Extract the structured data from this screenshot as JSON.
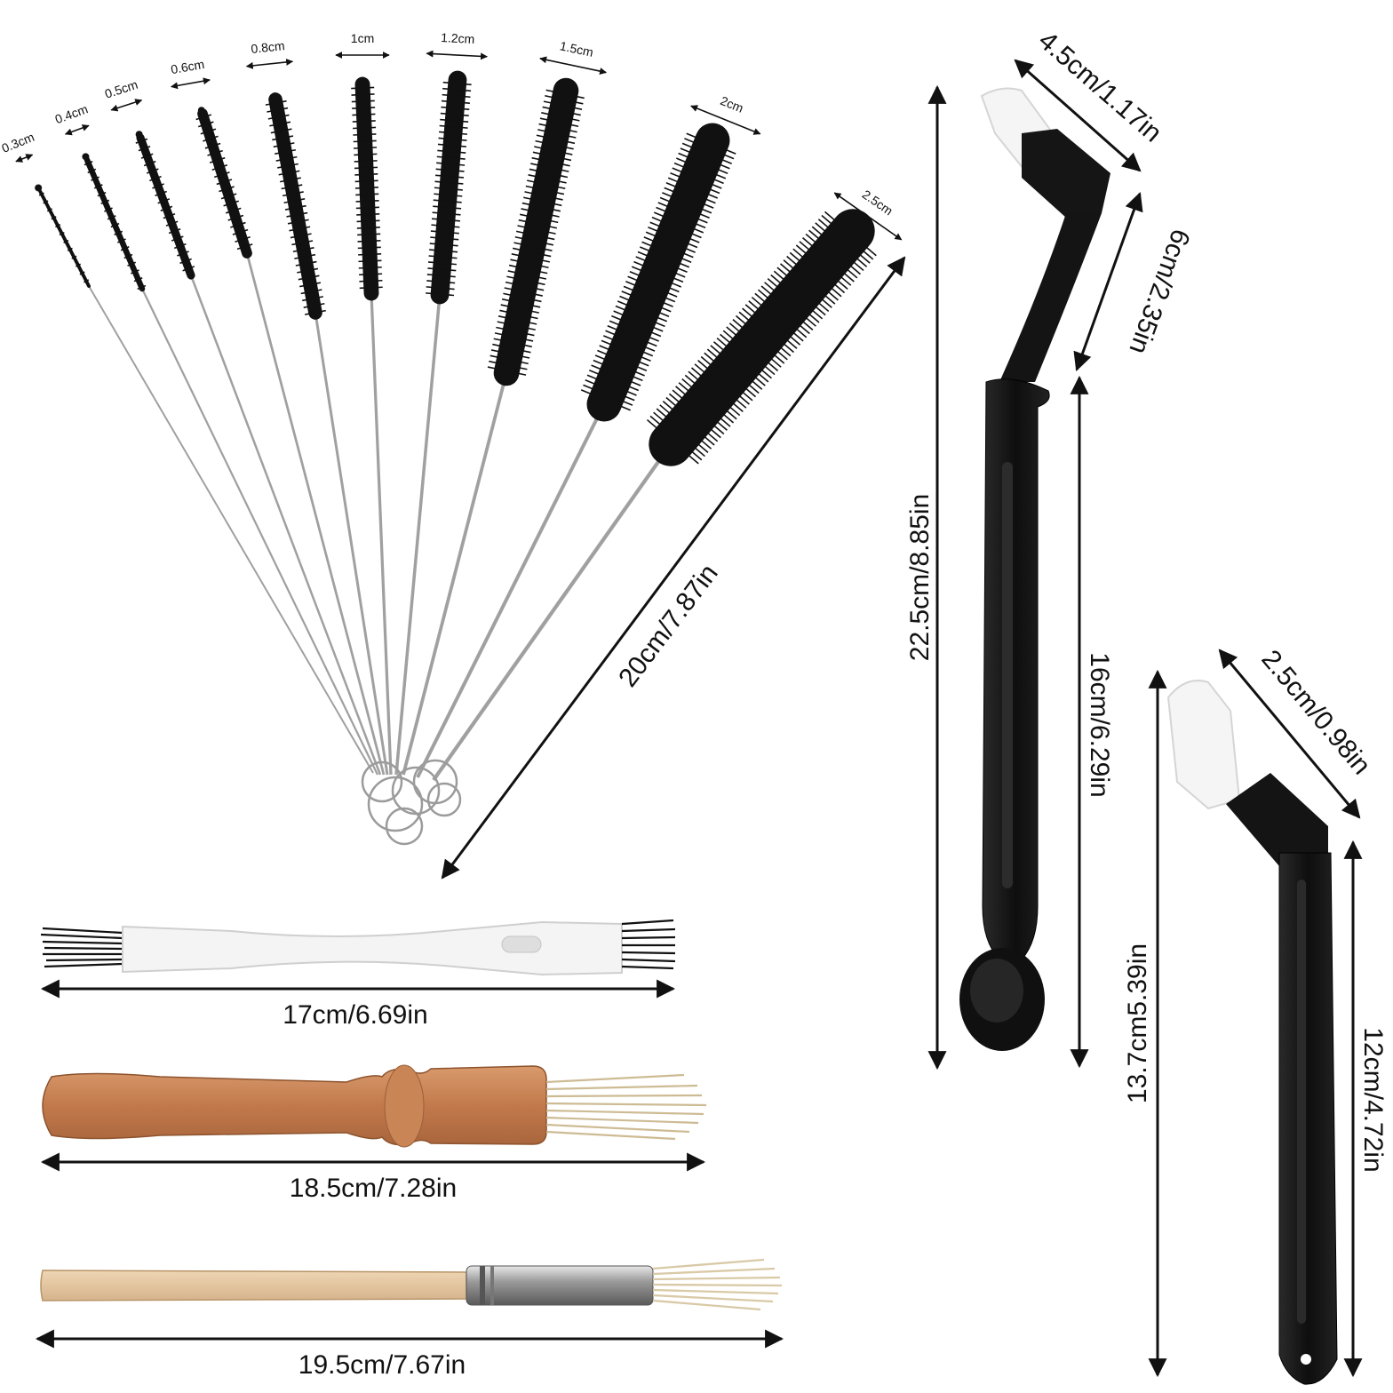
{
  "tube_brush_widths": [
    "0.3cm",
    "0.4cm",
    "0.5cm",
    "0.6cm",
    "0.8cm",
    "1cm",
    "1.2cm",
    "1.5cm",
    "2cm",
    "2.5cm"
  ],
  "tube_brush_length": "20cm/7.87in",
  "double_brush_length": "17cm/6.69in",
  "wood_brush_length": "18.5cm/7.28in",
  "pastry_brush_length": "19.5cm/7.67in",
  "spoon_brush": {
    "head_width": "4.5cm/1.17in",
    "neck_length": "6cm/2.35in",
    "handle_length": "16cm/6.29in",
    "total_length": "22.5cm/8.85in"
  },
  "small_brush": {
    "head_width": "2.5cm/0.98in",
    "total_length": "13.7cm5.39in",
    "handle_length": "12cm/4.72in"
  },
  "colors": {
    "bristle_black": "#111111",
    "handle_black": "#141414",
    "wire_grey": "#a0a0a0",
    "wood_dark": "#c8845a",
    "wood_light": "#e6c9a3",
    "natural_bristle": "#d9c9a6",
    "white_handle": "#f4f4f4"
  }
}
